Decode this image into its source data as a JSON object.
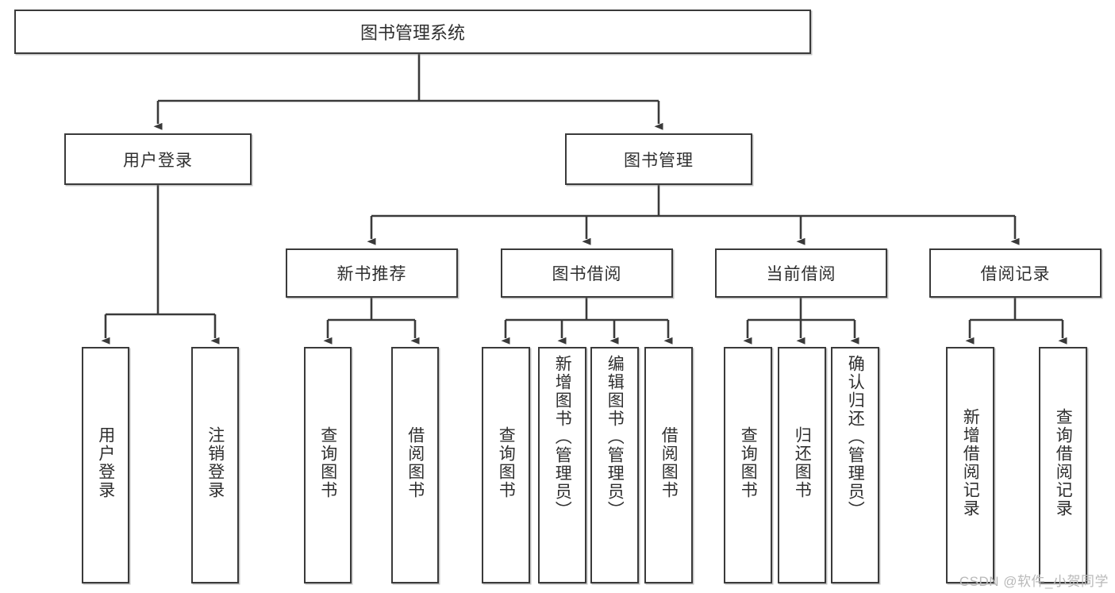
{
  "diagram": {
    "title": "图书管理系统",
    "type": "hierarchy-tree",
    "watermark": "CSDN @软件_小贺同学",
    "root": {
      "label": "图书管理系统"
    },
    "level2": [
      {
        "label": "用户登录"
      },
      {
        "label": "图书管理"
      }
    ],
    "level3": [
      {
        "label": "新书推荐"
      },
      {
        "label": "图书借阅"
      },
      {
        "label": "当前借阅"
      },
      {
        "label": "借阅记录"
      }
    ],
    "leaves": {
      "user_login": [
        {
          "label": "用户登录"
        },
        {
          "label": "注销登录"
        }
      ],
      "new_book_recommend": [
        {
          "label": "查询图书"
        },
        {
          "label": "借阅图书"
        }
      ],
      "book_borrow": [
        {
          "label": "查询图书"
        },
        {
          "label": "新增图书（管理员）"
        },
        {
          "label": "编辑图书（管理员）"
        },
        {
          "label": "借阅图书"
        }
      ],
      "current_borrow": [
        {
          "label": "查询图书"
        },
        {
          "label": "归还图书"
        },
        {
          "label": "确认归还（管理员）"
        }
      ],
      "borrow_record": [
        {
          "label": "新增借阅记录"
        },
        {
          "label": "查询借阅记录"
        }
      ]
    },
    "colors": {
      "border": "#3a3a3a",
      "text": "#2f2f2f",
      "background": "#ffffff",
      "watermark": "#b9b9b9"
    }
  }
}
